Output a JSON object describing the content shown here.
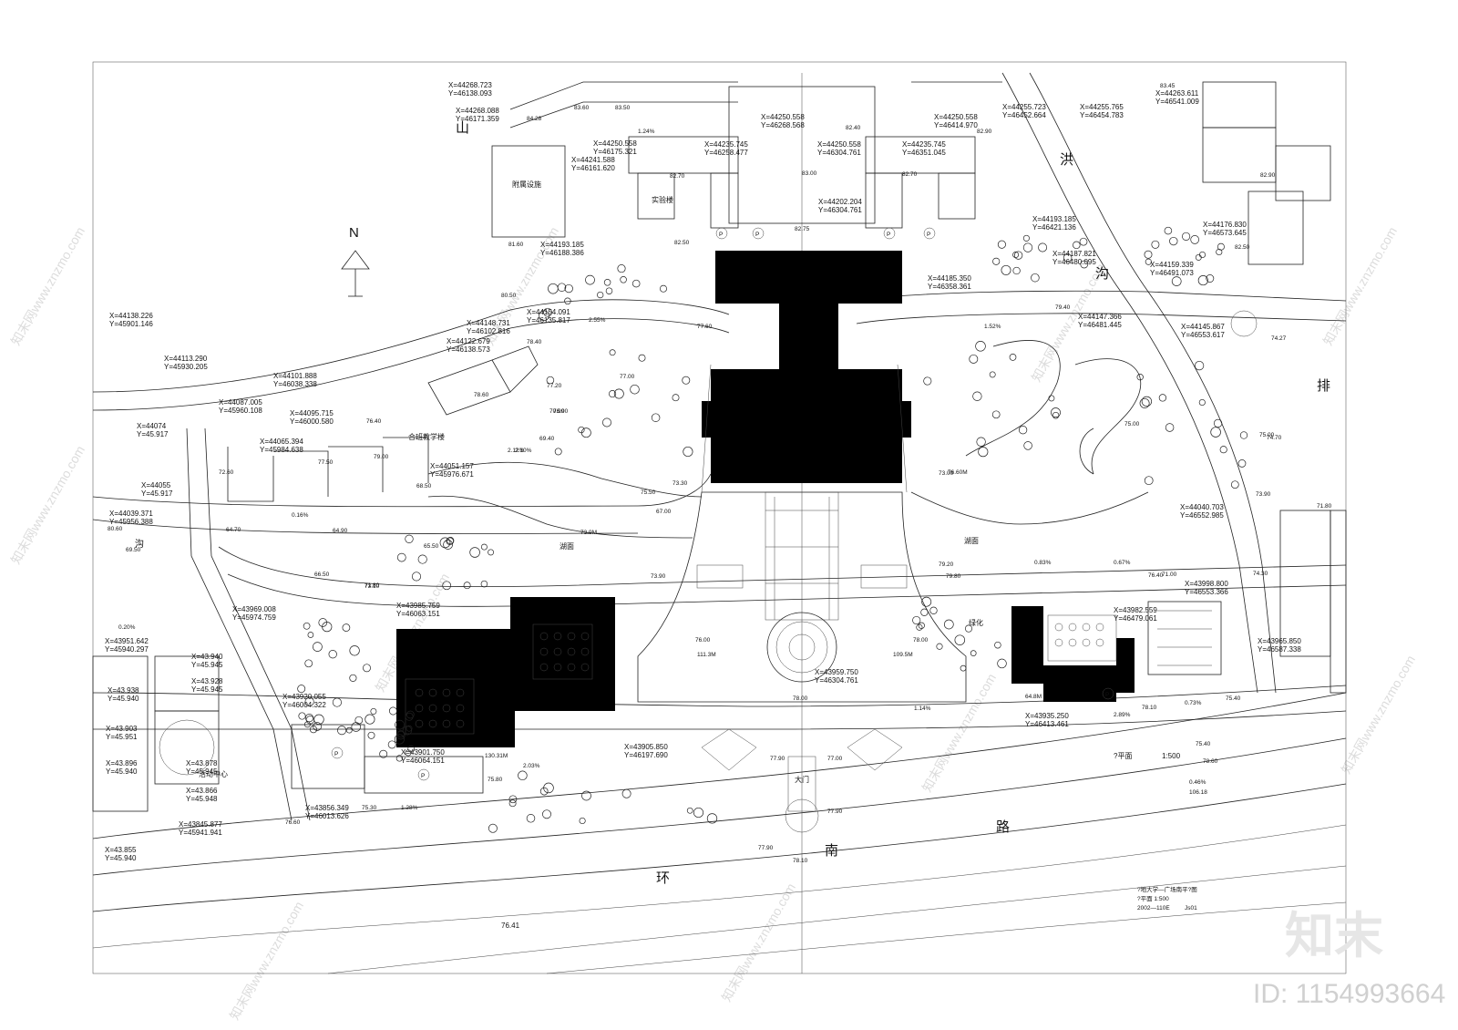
{
  "plan": {
    "north_label": "N",
    "road_chars": [
      "环",
      "南",
      "路"
    ],
    "gully_chars": [
      "洪",
      "沟",
      "排"
    ],
    "mountain_char": "山",
    "left_gully_char": "沟",
    "labels": {
      "aux_facility": "附属设施",
      "lab_building": "实验楼",
      "teaching_building": "合班教学楼",
      "activity_center": "活动中心",
      "main_gate": "大门",
      "lake_left": "湖面",
      "lake_right": "湖面",
      "greenery": "绿化",
      "plan_title": "?平面",
      "plan_scale": "1:500",
      "slope_1": "0.46%",
      "slope_1_len": "106.18",
      "ws_road": "76.41"
    },
    "coords": [
      {
        "x": "X=44268.723",
        "y": "Y=46138.093"
      },
      {
        "x": "X=44268.088",
        "y": "Y=46171.359"
      },
      {
        "x": "X=44250.558",
        "y": "Y=46175.321"
      },
      {
        "x": "X=44241.588",
        "y": "Y=46161.620"
      },
      {
        "x": "X=44250.558",
        "y": "Y=46268.568"
      },
      {
        "x": "X=44235.745",
        "y": "Y=46258.477"
      },
      {
        "x": "X=44250.558",
        "y": "Y=46304.761"
      },
      {
        "x": "X=44202.204",
        "y": "Y=46304.761"
      },
      {
        "x": "X=44250.558",
        "y": "Y=46414.970"
      },
      {
        "x": "X=44235.745",
        "y": "Y=46351.045"
      },
      {
        "x": "X=44255.723",
        "y": "Y=46452.664"
      },
      {
        "x": "X=44255.765",
        "y": "Y=46454.783"
      },
      {
        "x": "X=44263.611",
        "y": "Y=46541.009"
      },
      {
        "x": "X=44193.185",
        "y": "Y=46188.386"
      },
      {
        "x": "X=44193.185",
        "y": "Y=46421.136"
      },
      {
        "x": "X=44187.821",
        "y": "Y=46480.095"
      },
      {
        "x": "X=44176.830",
        "y": "Y=46573.645"
      },
      {
        "x": "X=44159.339",
        "y": "Y=46491.073"
      },
      {
        "x": "X=44185.350",
        "y": "Y=46358.361"
      },
      {
        "x": "X=44147.366",
        "y": "Y=46481.445"
      },
      {
        "x": "X=44145.867",
        "y": "Y=46553.617"
      },
      {
        "x": "X=44138.226",
        "y": "Y=45901.146"
      },
      {
        "x": "X=44154.091",
        "y": "Y=46135.817"
      },
      {
        "x": "X=44148.731",
        "y": "Y=46102.816"
      },
      {
        "x": "X=44122.679",
        "y": "Y=46138.573"
      },
      {
        "x": "X=44113.290",
        "y": "Y=45930.205"
      },
      {
        "x": "X=44101.888",
        "y": "Y=46038.338"
      },
      {
        "x": "X=44087.005",
        "y": "Y=45960.108"
      },
      {
        "x": "X=44095.715",
        "y": "Y=46000.580"
      },
      {
        "x": "X=44074",
        "y": "Y=45.917"
      },
      {
        "x": "X=44065.394",
        "y": "Y=45984.638"
      },
      {
        "x": "X=44051.157",
        "y": "Y=45976.671"
      },
      {
        "x": "X=44055",
        "y": "Y=45.917"
      },
      {
        "x": "X=44039.371",
        "y": "Y=45956.388"
      },
      {
        "x": "X=44040.703",
        "y": "Y=46552.985"
      },
      {
        "x": "X=43998.800",
        "y": "Y=46553.366"
      },
      {
        "x": "X=43969.008",
        "y": "Y=45974.759"
      },
      {
        "x": "X=43985.759",
        "y": "Y=46063.151"
      },
      {
        "x": "X=43982.559",
        "y": "Y=46479.061"
      },
      {
        "x": "X=43965.850",
        "y": "Y=46587.338"
      },
      {
        "x": "X=43951.642",
        "y": "Y=45940.297"
      },
      {
        "x": "X=43.940",
        "y": "Y=45.945"
      },
      {
        "x": "X=43.928",
        "y": "Y=45.945"
      },
      {
        "x": "X=43.938",
        "y": "Y=45.940"
      },
      {
        "x": "X=43959.750",
        "y": "Y=46304.761"
      },
      {
        "x": "X=43920.055",
        "y": "Y=46004.322"
      },
      {
        "x": "X=43935.250",
        "y": "Y=46413.461"
      },
      {
        "x": "X=43.903",
        "y": "Y=45.951"
      },
      {
        "x": "X=43905.850",
        "y": "Y=46197.690"
      },
      {
        "x": "X=43901.750",
        "y": "Y=46064.151"
      },
      {
        "x": "X=43.896",
        "y": "Y=45.940"
      },
      {
        "x": "X=43.878",
        "y": "Y=45.945"
      },
      {
        "x": "X=43.866",
        "y": "Y=45.948"
      },
      {
        "x": "X=43856.349",
        "y": "Y=46013.626"
      },
      {
        "x": "X=43845.877",
        "y": "Y=45941.941"
      },
      {
        "x": "X=43.855",
        "y": "Y=45.940"
      }
    ],
    "elevations": [
      "83.45",
      "82.90",
      "82.50",
      "84.28",
      "83.60",
      "83.50",
      "82.70",
      "82.40",
      "82.90",
      "82.70",
      "83.00",
      "82.75",
      "82.50",
      "80.50",
      "81.60",
      "79.40",
      "77.60",
      "77.20",
      "77.00",
      "76.90",
      "75.00",
      "74.70",
      "73.30",
      "73.00",
      "72.60",
      "78.40",
      "71.80",
      "70.90",
      "69.40",
      "68.50",
      "67.00",
      "66.50",
      "64.70",
      "64.90",
      "65.50",
      "69.50",
      "80.60",
      "75.50",
      "76.00",
      "78.00",
      "78.00",
      "77.90",
      "77.00",
      "77.90",
      "77.90",
      "78.10",
      "78.10",
      "75.40",
      "75.80",
      "75.30",
      "76.60",
      "74.30",
      "73.90",
      "74.27",
      "75.00",
      "75.40",
      "78.60",
      "71.00",
      "71.80",
      "73.10",
      "73.90",
      "79.80",
      "79.20",
      "78.60",
      "79.00",
      "77.50",
      "76.40",
      "76.40"
    ],
    "dims": [
      "111.3M",
      "109.5M",
      "64.8M",
      "130.31M",
      "76.60M",
      "73.9M",
      "1.52%",
      "0.83%",
      "0.67%",
      "0.73%",
      "2.89%",
      "1.14%",
      "2.03%",
      "0.16%",
      "2.10%",
      "0.20%",
      "1.28%",
      "2.12%",
      "2.55%",
      "1.24%"
    ],
    "marks": [
      "P",
      "P",
      "P",
      "P",
      "P",
      "P",
      "P"
    ],
    "drawing_info": {
      "line1": "?地大学—广场南平?图",
      "line2": "?平面 1:500",
      "line3": "2002—110E",
      "line4": "Js01"
    }
  },
  "watermark": {
    "brand": "知末",
    "id_label": "ID: 1154993664",
    "diag_text": "知末网www.znzmo.com"
  }
}
